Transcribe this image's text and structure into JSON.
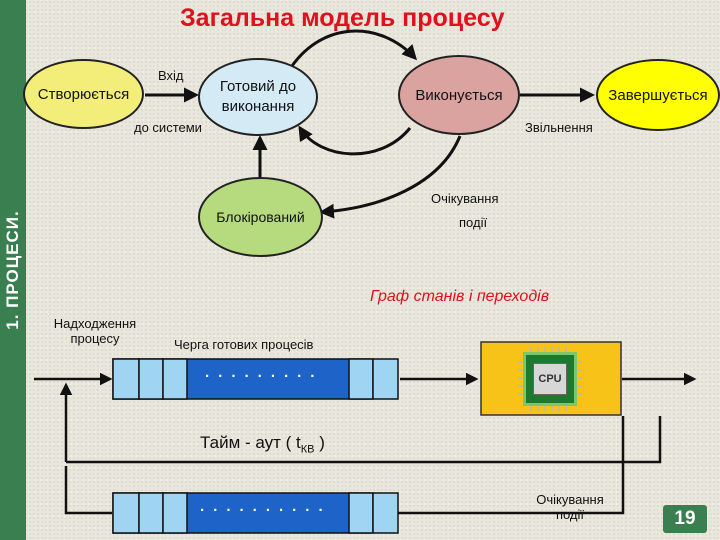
{
  "sidebar": {
    "label": "1. ПРОЦЕСИ."
  },
  "title": "Загальна модель процесу",
  "states": {
    "created": "Створюється",
    "ready_line1": "Готовий до",
    "ready_line2": "виконання",
    "running": "Виконується",
    "finished": "Завершується",
    "blocked": "Блокірований"
  },
  "transitions": {
    "entry_line1": "Вхід",
    "entry_line2": "до системи",
    "release": "Звільнення",
    "wait_line1": "Очікування",
    "wait_line2": "події"
  },
  "graph_caption": "Граф станів і переходів",
  "queue_model": {
    "arrival_line1": "Надходження",
    "arrival_line2": "процесу",
    "ready_queue": "Черга готових процесів",
    "queue_dots": "· · · · · · · · ·",
    "blocked_dots": "· · · · · · · · · ·",
    "timeout_prefix": "Тайм - аут ( t",
    "timeout_sub": "КВ",
    "timeout_suffix": " )",
    "event_wait_line1": "Очікування",
    "event_wait_line2": "події",
    "cpu_label": "CPU"
  },
  "page_number": "19",
  "colors": {
    "sidebar": "#3a7f4f",
    "title": "#e0101c",
    "created": "#f3ee7a",
    "ready": "#d4ebf6",
    "running": "#dba3a0",
    "finished": "#ffff00",
    "blocked": "#b6da7e",
    "queue": "#1e64c8",
    "cpu_box": "#f7c318"
  }
}
